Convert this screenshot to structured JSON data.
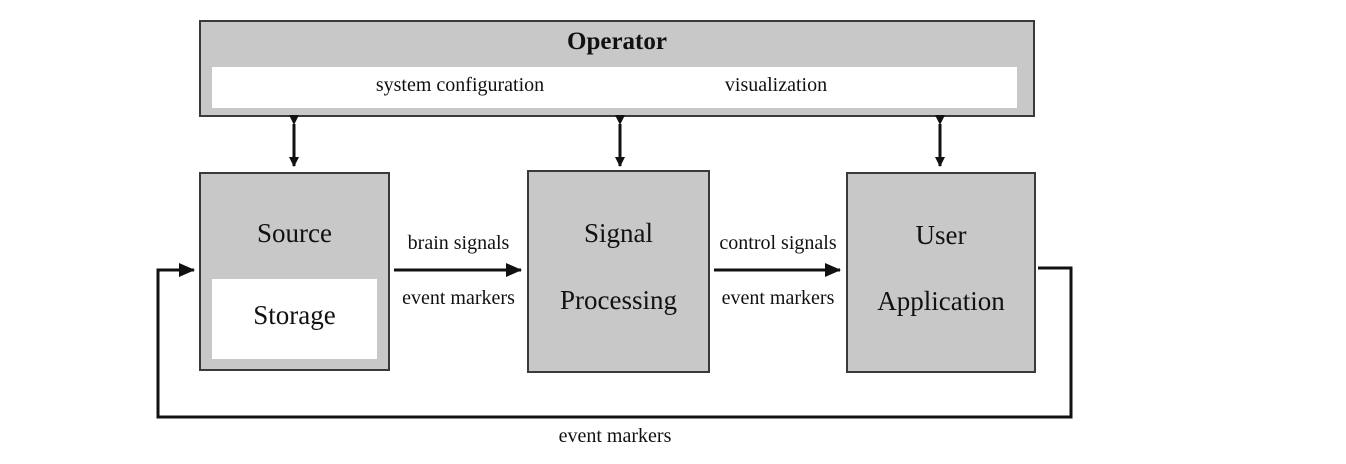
{
  "operator": {
    "title": "Operator",
    "items": [
      "system configuration",
      "visualization"
    ]
  },
  "modules": {
    "source": {
      "title": "Source",
      "sub": "Storage"
    },
    "signal_processing": {
      "line1": "Signal",
      "line2": "Processing"
    },
    "user_application": {
      "line1": "User",
      "line2": "Application"
    }
  },
  "flows": {
    "source_to_processing": [
      "brain signals",
      "event markers"
    ],
    "processing_to_application": [
      "control signals",
      "event markers"
    ],
    "application_to_source": "event markers"
  },
  "colors": {
    "box_fill": "#c8c8c8",
    "inner_fill": "#ffffff",
    "stroke": "#111111"
  }
}
